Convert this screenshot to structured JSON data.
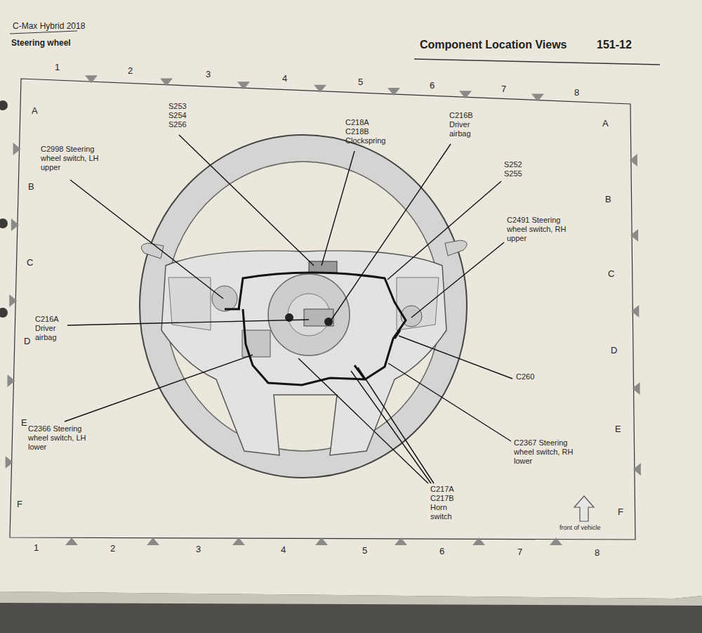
{
  "diagram": {
    "title": "Component Location Views",
    "labels": [
      "C-Max Hybrid 2018",
      "Steering wheel",
      "151-12",
      "1",
      "2",
      "3",
      "4",
      "5",
      "6",
      "7",
      "8",
      "A",
      "B",
      "C",
      "D",
      "E",
      "F",
      "A",
      "B",
      "C",
      "D",
      "E",
      "F",
      "S253 S254 S256",
      "C218A C218B Clockspring",
      "C216B Driver airbag",
      "C2998 Steering wheel switch, LH upper",
      "S252 S255",
      "C2491 Steering wheel switch, RH upper",
      "C216A Driver airbag",
      "C260",
      "C2366 Steering wheel switch, LH lower",
      "C2367 Steering wheel switch, RH lower",
      "C217A C217B Horn switch",
      "front of vehicle",
      "1",
      "2",
      "3",
      "4",
      "5",
      "6",
      "7",
      "8"
    ]
  }
}
